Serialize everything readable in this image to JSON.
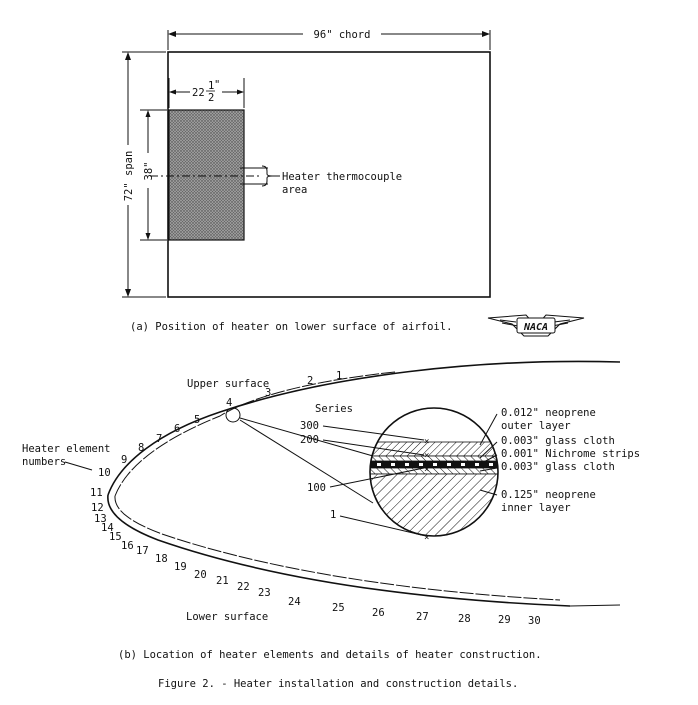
{
  "part_a": {
    "chord_label": "96\" chord",
    "span_label": "72\" span",
    "heater_width_whole": "22",
    "heater_width_frac_num": "1",
    "heater_width_frac_den": "2",
    "heater_width_inch": "\"",
    "heater_height_label": "38\"",
    "thermocouple_label_line1": "Heater thermocouple",
    "thermocouple_label_line2": "area",
    "caption": "(a) Position of heater on lower surface of airfoil.",
    "logo_text": "NACA"
  },
  "part_b": {
    "upper_surface_label": "Upper surface",
    "lower_surface_label": "Lower surface",
    "element_label_line1": "Heater element",
    "element_label_line2": "numbers",
    "element_numbers": [
      "1",
      "2",
      "3",
      "4",
      "5",
      "6",
      "7",
      "8",
      "9",
      "10",
      "11",
      "12",
      "13",
      "14",
      "15",
      "16",
      "17",
      "18",
      "19",
      "20",
      "21",
      "22",
      "23",
      "24",
      "25",
      "26",
      "27",
      "28",
      "29",
      "30"
    ],
    "series_title": "Series",
    "series_labels": [
      "300",
      "200",
      "100",
      "1"
    ],
    "layers": [
      {
        "line1": "0.012\" neoprene",
        "line2": "outer layer"
      },
      {
        "line1": "0.003\" glass cloth",
        "line2": ""
      },
      {
        "line1": "0.001\" Nichrome strips",
        "line2": ""
      },
      {
        "line1": "0.003\" glass cloth",
        "line2": ""
      },
      {
        "line1": "0.125\" neoprene",
        "line2": "inner layer"
      }
    ],
    "caption": "(b) Location of heater elements and details of heater construction."
  },
  "figure_caption": "Figure 2. - Heater installation and construction details."
}
